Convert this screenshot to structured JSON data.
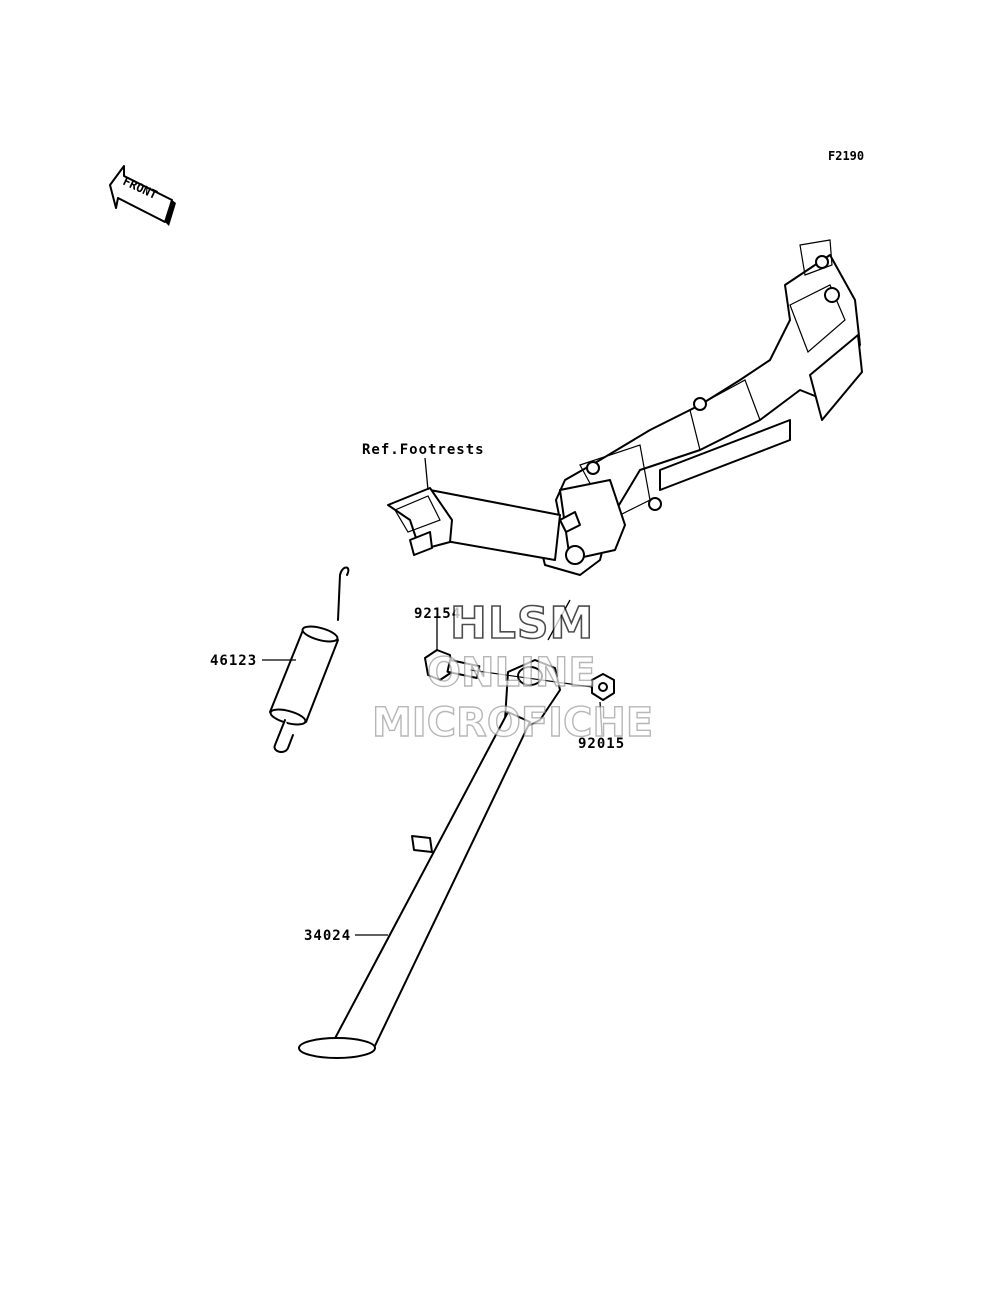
{
  "diagram": {
    "figure_code": "F2190",
    "front_indicator": "FRONT",
    "callouts": {
      "ref_footrests": "Ref.Footrests",
      "bolt": "92154",
      "spring": "46123",
      "nut": "92015",
      "side_stand": "34024"
    },
    "watermark": {
      "line1": "HLSM",
      "line2": "ONLINE",
      "line3": "MICROFICHE"
    }
  }
}
